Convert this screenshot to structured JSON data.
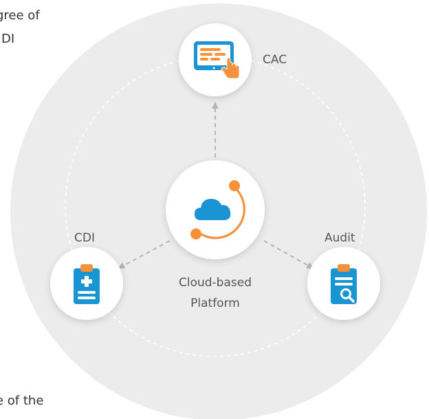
{
  "background_text": {
    "line1": "gree of",
    "line2": "DI",
    "line3": "e of the"
  },
  "nodes": {
    "top": {
      "label": "CAC",
      "icon": "tablet-touch-icon"
    },
    "left": {
      "label": "CDI",
      "icon": "clipboard-plus-icon"
    },
    "right": {
      "label": "Audit",
      "icon": "clipboard-search-icon"
    },
    "center": {
      "label_line1": "Cloud-based",
      "label_line2": "Platform",
      "icon": "cloud-sync-icon"
    }
  },
  "colors": {
    "outer_circle": "#ececec",
    "node_fill": "#ffffff",
    "accent_orange": "#f4913a",
    "accent_blue": "#1a95d3",
    "arrow": "#b4b4b4",
    "dashed_ring": "#ffffff"
  }
}
